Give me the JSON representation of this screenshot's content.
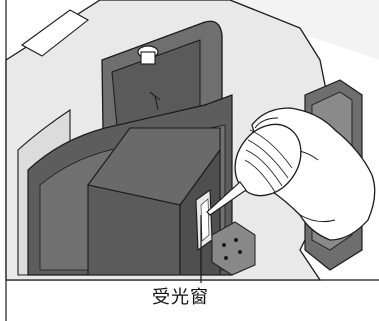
{
  "diagram": {
    "callout_label": "受光窗",
    "colors": {
      "background": "#ffffff",
      "outline": "#1a1a1a",
      "dark_panel": "#7a7a7a",
      "darker_panel": "#5e5e5e",
      "housing_light": "#f2f2f2",
      "housing_mid": "#d8d8d8",
      "hand_fill": "#ffffff",
      "bulb_fill": "#ffffff"
    },
    "elements": [
      "device-housing",
      "open-lid-panel",
      "release-knob",
      "inner-compartment",
      "light-receiving-window",
      "blower-bulb",
      "hand",
      "callout-leader-line"
    ]
  }
}
